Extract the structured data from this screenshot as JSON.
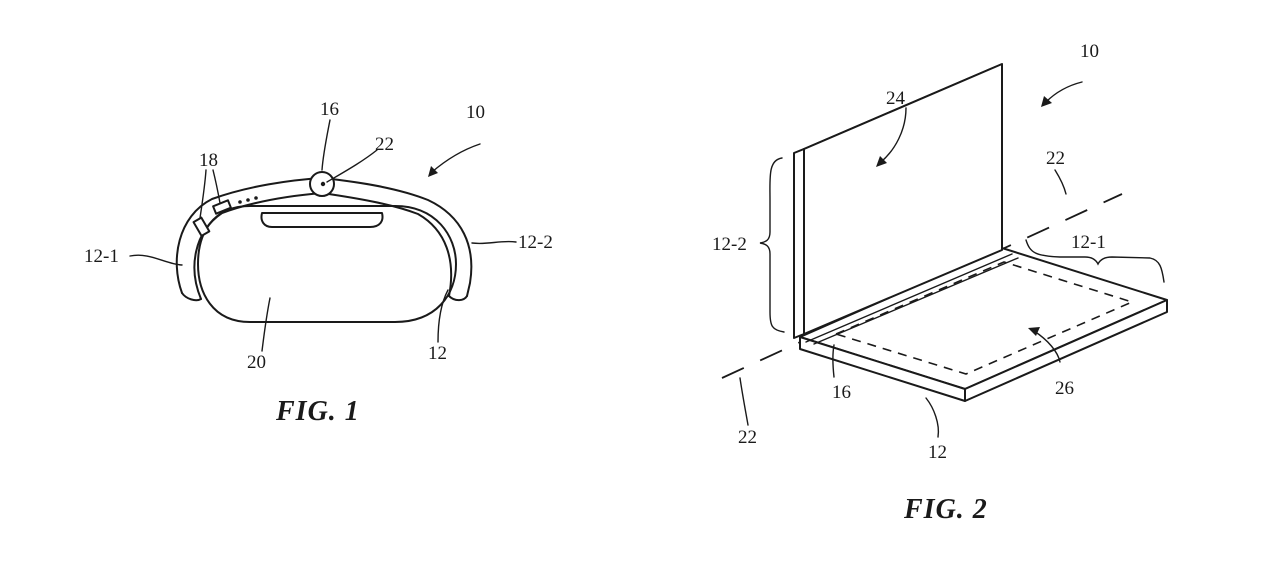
{
  "figures": [
    {
      "caption": "FIG. 1",
      "labels": {
        "device": "10",
        "hinge_element": "16",
        "hinge_axis": "22",
        "buttons": "18",
        "portion_left": "12-1",
        "portion_right": "12-2",
        "housing": "12",
        "wrist": "20"
      }
    },
    {
      "caption": "FIG. 2",
      "labels": {
        "device": "10",
        "display_upper": "24",
        "axis_top": "22",
        "portion_upper": "12-2",
        "portion_lower": "12-1",
        "hinge": "16",
        "display_lower": "26",
        "axis_bottom": "22",
        "housing": "12"
      }
    }
  ],
  "colors": {
    "ink": "#1a1a1a",
    "paper": "#ffffff"
  }
}
